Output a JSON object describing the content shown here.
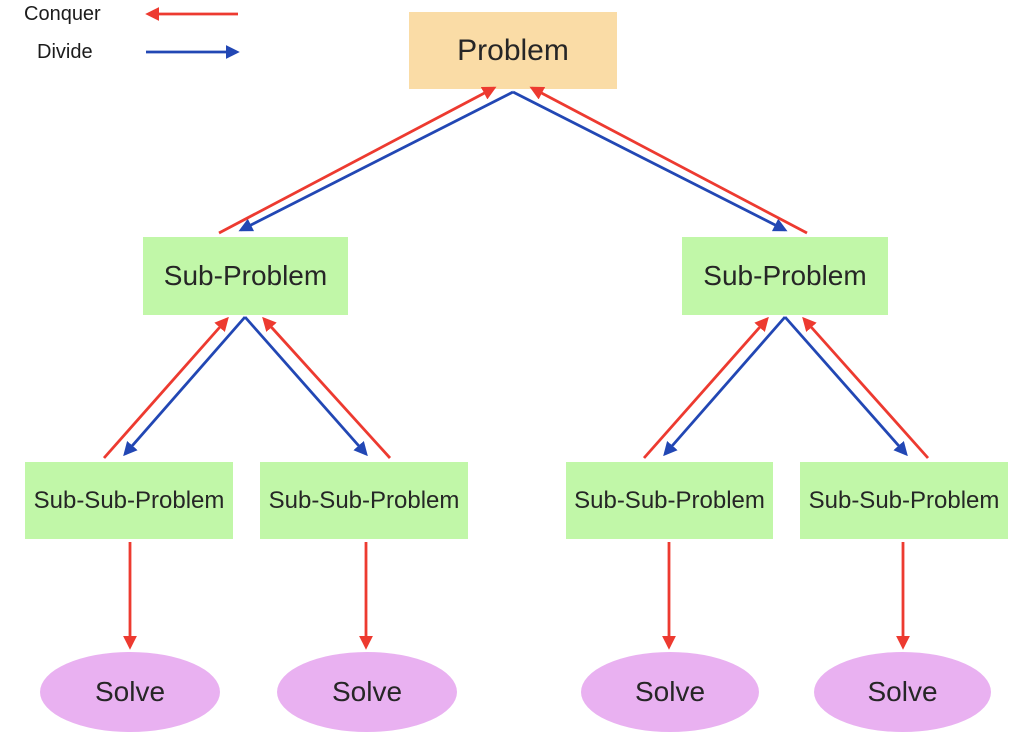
{
  "legend": {
    "conquer": {
      "label": "Conquer",
      "color": "#ED3A30",
      "arrow_direction": "left"
    },
    "divide": {
      "label": "Divide",
      "color": "#2247B4",
      "arrow_direction": "right"
    }
  },
  "palette": {
    "problem_fill": "#FADCA6",
    "subproblem_fill": "#C1F7A8",
    "solve_fill": "#E9B1F1",
    "conquer_arrow": "#ED3A30",
    "divide_arrow": "#2247B4",
    "text": "#262626",
    "background": "#FFFFFF"
  },
  "nodes": {
    "problem": {
      "label": "Problem"
    },
    "sub_problems": [
      {
        "label": "Sub-Problem"
      },
      {
        "label": "Sub-Problem"
      }
    ],
    "sub_sub_problems": [
      {
        "label": "Sub-Sub-Problem"
      },
      {
        "label": "Sub-Sub-Problem"
      },
      {
        "label": "Sub-Sub-Problem"
      },
      {
        "label": "Sub-Sub-Problem"
      }
    ],
    "solves": [
      {
        "label": "Solve"
      },
      {
        "label": "Solve"
      },
      {
        "label": "Solve"
      },
      {
        "label": "Solve"
      }
    ]
  },
  "edges": [
    {
      "from": "problem",
      "to": "sub-problem-left",
      "kind": "divide"
    },
    {
      "from": "sub-problem-left",
      "to": "problem",
      "kind": "conquer"
    },
    {
      "from": "problem",
      "to": "sub-problem-right",
      "kind": "divide"
    },
    {
      "from": "sub-problem-right",
      "to": "problem",
      "kind": "conquer"
    },
    {
      "from": "sub-problem-left",
      "to": "sub-sub-problem-1",
      "kind": "divide"
    },
    {
      "from": "sub-sub-problem-1",
      "to": "sub-problem-left",
      "kind": "conquer"
    },
    {
      "from": "sub-problem-left",
      "to": "sub-sub-problem-2",
      "kind": "divide"
    },
    {
      "from": "sub-sub-problem-2",
      "to": "sub-problem-left",
      "kind": "conquer"
    },
    {
      "from": "sub-problem-right",
      "to": "sub-sub-problem-3",
      "kind": "divide"
    },
    {
      "from": "sub-sub-problem-3",
      "to": "sub-problem-right",
      "kind": "conquer"
    },
    {
      "from": "sub-problem-right",
      "to": "sub-sub-problem-4",
      "kind": "divide"
    },
    {
      "from": "sub-sub-problem-4",
      "to": "sub-problem-right",
      "kind": "conquer"
    },
    {
      "from": "sub-sub-problem-1",
      "to": "solve-1",
      "kind": "solve"
    },
    {
      "from": "sub-sub-problem-2",
      "to": "solve-2",
      "kind": "solve"
    },
    {
      "from": "sub-sub-problem-3",
      "to": "solve-3",
      "kind": "solve"
    },
    {
      "from": "sub-sub-problem-4",
      "to": "solve-4",
      "kind": "solve"
    }
  ]
}
